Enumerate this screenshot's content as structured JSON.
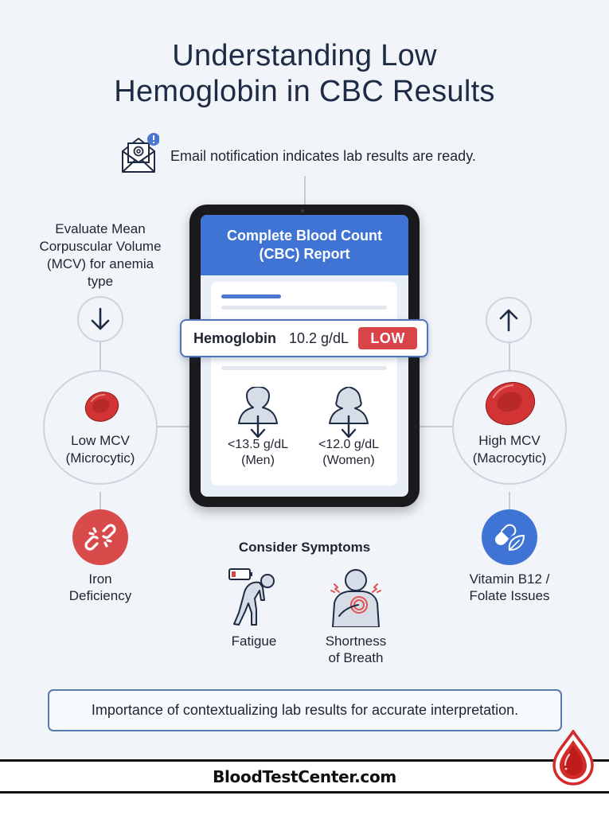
{
  "title": {
    "line1": "Understanding Low",
    "line2": "Hemoglobin in CBC Results"
  },
  "email": {
    "icon": "email-notification-icon",
    "badge": "!",
    "text": "Email notification indicates lab results are ready."
  },
  "tablet": {
    "header_line1": "Complete Blood Count",
    "header_line2": "(CBC) Report",
    "hemoglobin": {
      "label": "Hemoglobin",
      "value": "10.2 g/dL",
      "status": "LOW",
      "status_color": "#d9434a"
    },
    "thresholds": [
      {
        "icon": "male-person-icon",
        "value": "<13.5 g/dL",
        "group": "(Men)"
      },
      {
        "icon": "female-person-icon",
        "value": "<12.0 g/dL",
        "group": "(Women)"
      }
    ]
  },
  "left_branch": {
    "evaluate_text": [
      "Evaluate Mean",
      "Corpuscular Volume",
      "(MCV) for anemia",
      "type"
    ],
    "arrow": "down-arrow-icon",
    "mcv": {
      "icon": "small-red-blood-cell-icon",
      "line1": "Low MCV",
      "line2": "(Microcytic)"
    },
    "cause": {
      "icon": "broken-chain-icon",
      "line1": "Iron",
      "line2": "Deficiency",
      "color": "#d94a4a"
    }
  },
  "right_branch": {
    "arrow": "up-arrow-icon",
    "mcv": {
      "icon": "large-red-blood-cell-icon",
      "line1": "High MCV",
      "line2": "(Macrocytic)"
    },
    "cause": {
      "icon": "pill-leaf-icon",
      "line1": "Vitamin B12 /",
      "line2": "Folate Issues",
      "color": "#3f74d4"
    }
  },
  "symptoms": {
    "title": "Consider Symptoms",
    "items": [
      {
        "icon": "fatigue-person-icon",
        "line1": "Fatigue",
        "line2": ""
      },
      {
        "icon": "shortness-of-breath-icon",
        "line1": "Shortness",
        "line2": "of Breath"
      }
    ]
  },
  "note": "Importance of contextualizing lab results for accurate interpretation.",
  "footer": {
    "site": "BloodTestCenter.com",
    "logo": "blood-drop-logo"
  }
}
